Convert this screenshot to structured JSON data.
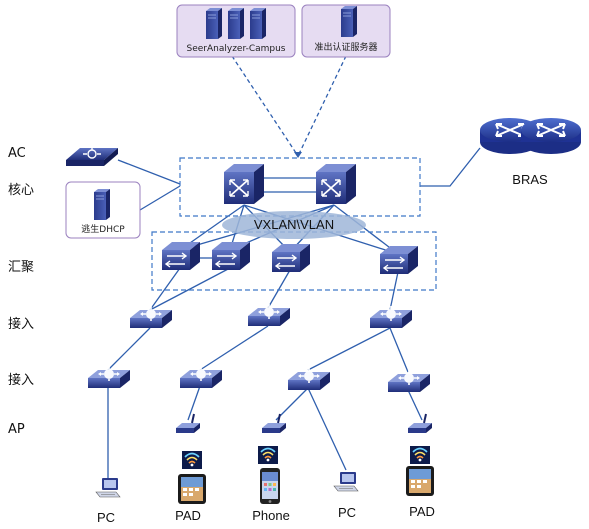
{
  "servers": {
    "seer_label": "SeerAnalyzer-Campus",
    "auth_label": "准出认证服务器",
    "dhcp_label": "逃生DHCP"
  },
  "layers": {
    "ac": "AC",
    "core": "核心",
    "aggregation": "汇聚",
    "access1": "接入",
    "access2": "接入",
    "ap": "AP"
  },
  "bras_label": "BRAS",
  "overlay_label": "VXLAN\\VLAN",
  "endpoints": {
    "pc1": "PC",
    "pad1": "PAD",
    "phone": "Phone",
    "pc2": "PC",
    "pad2": "PAD"
  },
  "colors": {
    "device_blue": "#2e3f8f",
    "link_blue": "#2f5fae",
    "server_box_fill": "#e6dcf2",
    "server_box_border": "#9b82bf",
    "dashed_box": "#3f78c8",
    "overlay_fill": "#9fb6d8"
  }
}
